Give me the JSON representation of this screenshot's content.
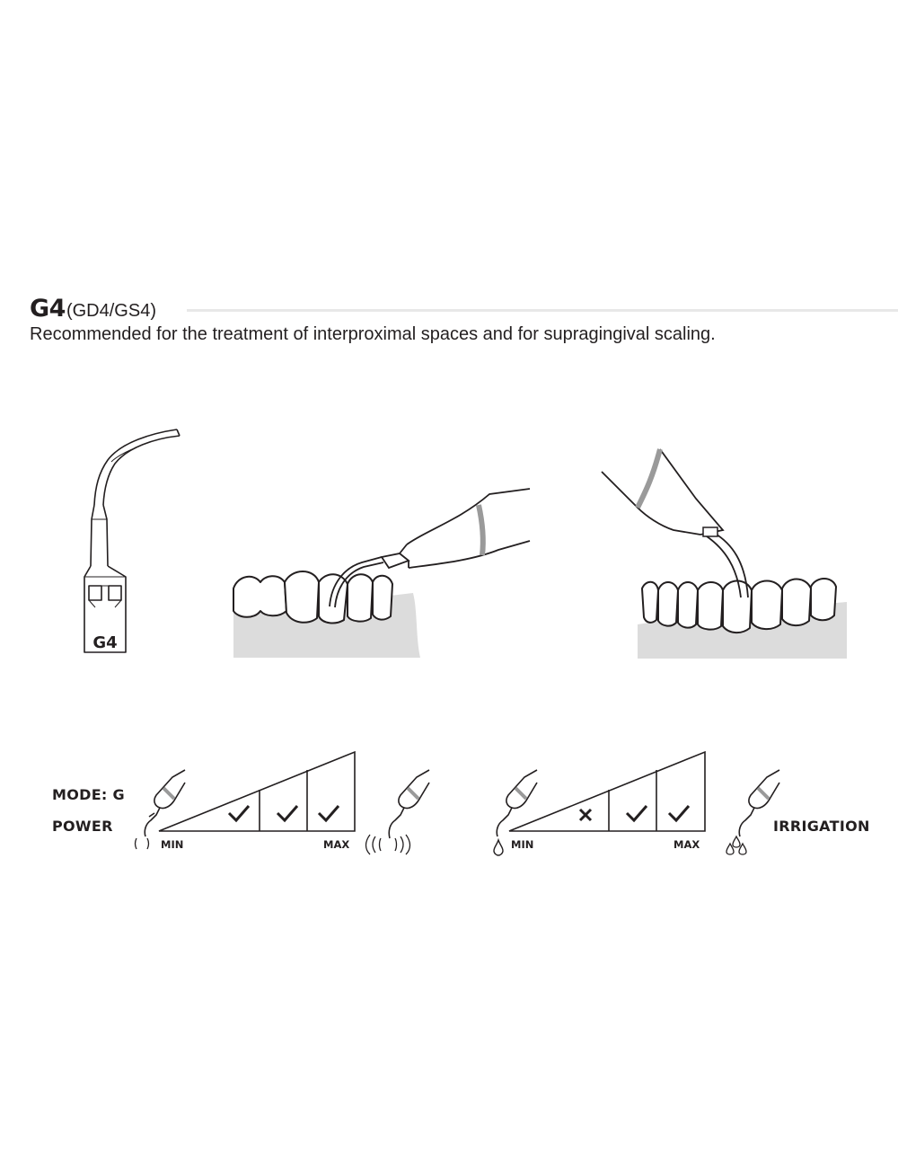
{
  "header": {
    "code": "G4",
    "variants": "(GD4/GS4)",
    "description": "Recommended for the treatment of interproximal spaces and for supragingival scaling."
  },
  "tip": {
    "label": "G4"
  },
  "settings": {
    "mode_label": "MODE: G",
    "power": {
      "label": "POWER",
      "min_label": "MIN",
      "max_label": "MAX",
      "levels": [
        "check",
        "check",
        "check"
      ]
    },
    "irrigation": {
      "label": "IRRIGATION",
      "min_label": "MIN",
      "max_label": "MAX",
      "levels": [
        "cross",
        "check",
        "check"
      ]
    }
  },
  "colors": {
    "ink": "#231f20",
    "gum": "#dcdcdc",
    "handpiece_band": "#9a9a9a",
    "rule": "#e8e8e8"
  }
}
